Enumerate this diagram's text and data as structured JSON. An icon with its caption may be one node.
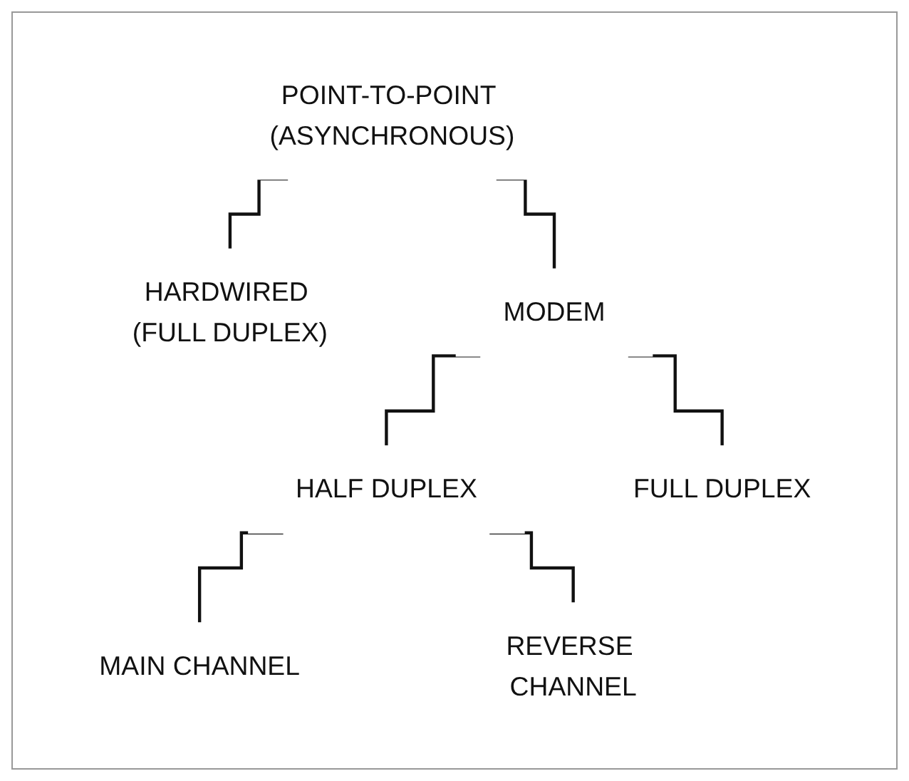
{
  "diagram": {
    "nodes": [
      {
        "text": [
          "POINT-TO-POINT (ASYNCHRONOUS)"
        ]
      },
      {
        "text": [
          "HARDWIRED (FULL DUPLEX)"
        ]
      },
      {
        "text": [
          "MODEM"
        ]
      },
      {
        "text": [
          "HALF DUPLEX"
        ]
      },
      {
        "text": [
          "FULL DUPLEX"
        ]
      },
      {
        "text": [
          "MAIN CHANNEL"
        ]
      },
      {
        "text": [
          "REVERSE CHANNEL"
        ]
      }
    ],
    "edges": [
      {
        "from": 0,
        "to": 1,
        "arrow": "none"
      },
      {
        "from": 0,
        "to": 2,
        "arrow": "none"
      },
      {
        "from": 2,
        "to": 3,
        "arrow": "none"
      },
      {
        "from": 2,
        "to": 4,
        "arrow": "none"
      },
      {
        "from": 3,
        "to": 5,
        "arrow": "none"
      },
      {
        "from": 3,
        "to": 6,
        "arrow": "none"
      }
    ]
  }
}
